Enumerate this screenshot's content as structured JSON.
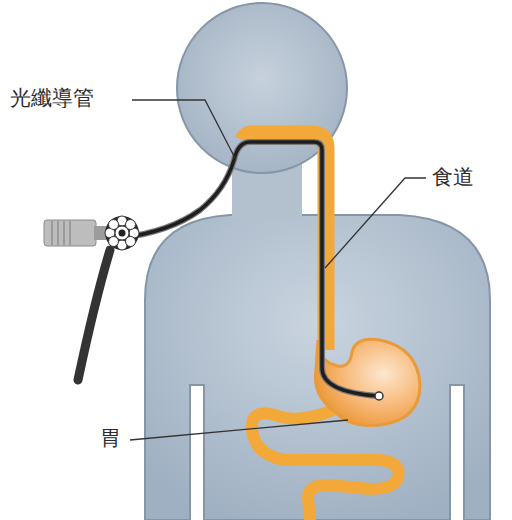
{
  "diagram": {
    "labels": [
      "光纖導管",
      "食道",
      "胃"
    ]
  }
}
